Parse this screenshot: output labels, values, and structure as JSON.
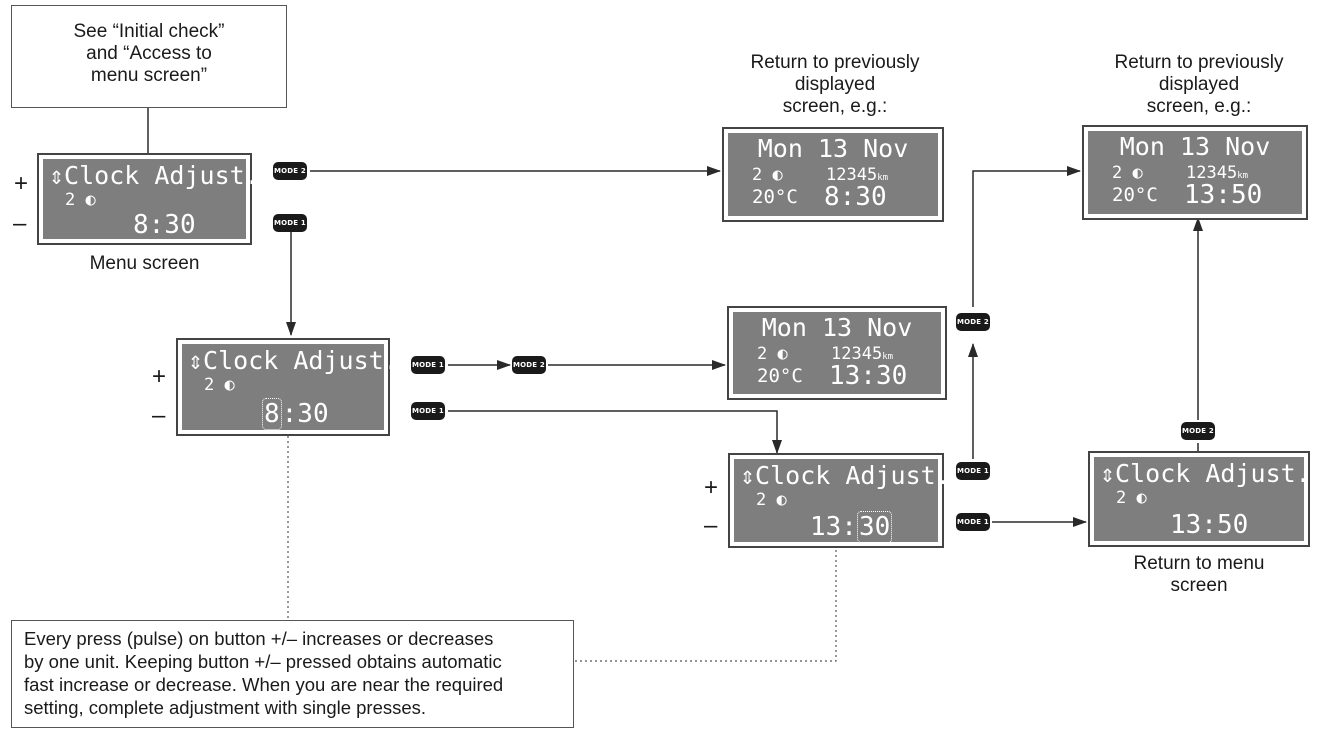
{
  "notes": {
    "initial_check": [
      "See “Initial check”",
      "and “Access to",
      "menu screen”"
    ],
    "instruction": [
      "Every press (pulse) on button +/– increases or decreases",
      "by one unit. Keeping button +/– pressed obtains automatic",
      "fast increase or decrease. When you are near the required",
      "setting, complete adjustment with single presses."
    ]
  },
  "captions": {
    "menu_screen": "Menu screen",
    "return_prev_1": [
      "Return to previously",
      "displayed",
      "screen, e.g.:"
    ],
    "return_prev_2": [
      "Return to previously",
      "displayed",
      "screen, e.g.:"
    ],
    "return_menu": [
      "Return to menu",
      "screen"
    ]
  },
  "signs": {
    "plus": "+",
    "minus": "–"
  },
  "buttons": {
    "mode1": "MODE 1",
    "mode2": "MODE 2"
  },
  "screens": {
    "menu": {
      "line1": "⇕Clock Adjust.",
      "line2": "2 ◐",
      "time": "8:30"
    },
    "adjust_hour": {
      "line1": "⇕Clock Adjust.",
      "line2": "2 ◐",
      "hour": "8",
      "minutes": ":30"
    },
    "adjust_min": {
      "line1": "⇕Clock Adjust.",
      "line2": "2 ◐",
      "hour": "13:",
      "minutes": "30"
    },
    "menu_final": {
      "line1": "⇕Clock Adjust.",
      "line2": "2 ◐",
      "time": "13:50"
    },
    "display_a": {
      "date": "Mon 13 Nov",
      "gear": "2 ◐",
      "odo": "12345",
      "unit": "km",
      "temp": "20°C",
      "time": "8:30"
    },
    "display_b": {
      "date": "Mon 13 Nov",
      "gear": "2 ◐",
      "odo": "12345",
      "unit": "km",
      "temp": "20°C",
      "time": "13:30"
    },
    "display_c": {
      "date": "Mon 13 Nov",
      "gear": "2 ◐",
      "odo": "12345",
      "unit": "km",
      "temp": "20°C",
      "time": "13:50"
    }
  },
  "colors": {
    "lcd": "#7e7e7e",
    "line": "#2a2a2a",
    "badge": "#1a1a1a"
  }
}
